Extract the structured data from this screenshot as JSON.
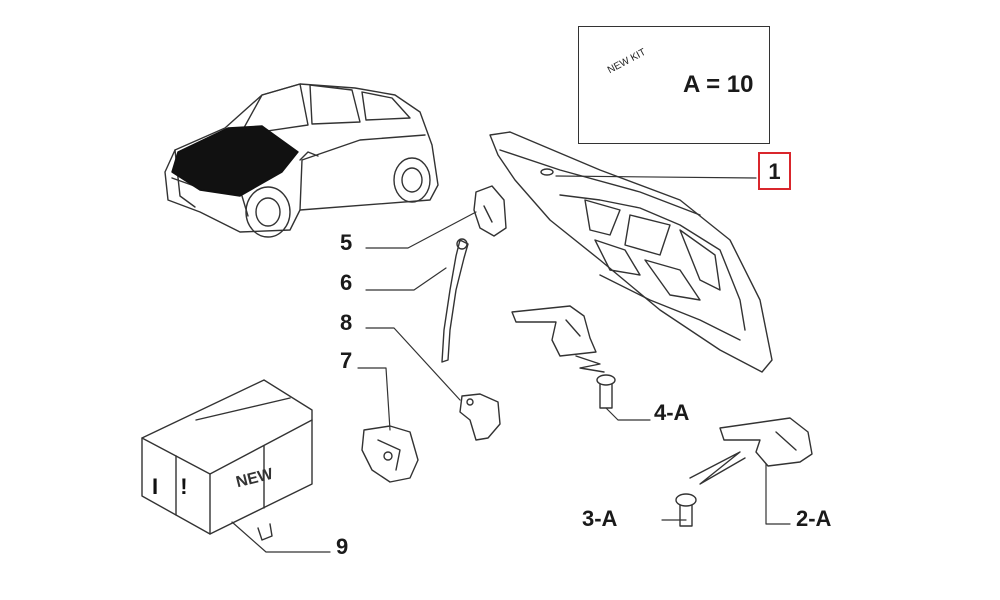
{
  "kit_box": {
    "equation": "A = 10",
    "badge_text": "NEW KIT"
  },
  "crate": {
    "label": "NEW",
    "marks": "I !"
  },
  "callouts": {
    "c1": "1",
    "c2a": "2-A",
    "c3a": "3-A",
    "c4a": "4-A",
    "c5": "5",
    "c6": "6",
    "c7": "7",
    "c8": "8",
    "c9": "9"
  },
  "colors": {
    "highlight": "#d9262c",
    "line": "#333333",
    "fill_dark": "#111111"
  }
}
